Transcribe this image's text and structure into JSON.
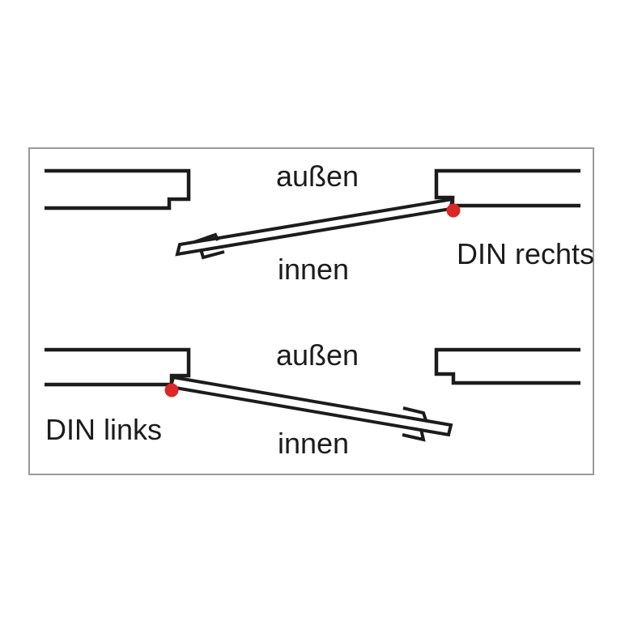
{
  "diagram": {
    "type": "door-hinge-direction-diagram",
    "panels": [
      {
        "id": "top",
        "hinge_side": "right",
        "outside_label": "außen",
        "inside_label": "innen",
        "variant_label": "DIN rechts"
      },
      {
        "id": "bottom",
        "hinge_side": "left",
        "outside_label": "außen",
        "inside_label": "innen",
        "variant_label": "DIN links"
      }
    ]
  },
  "colors": {
    "line": "#1c1c1c",
    "text": "#1c1c1c",
    "hinge_dot": "#dd2626",
    "frame_border": "#9a9a9a",
    "background": "#ffffff"
  }
}
